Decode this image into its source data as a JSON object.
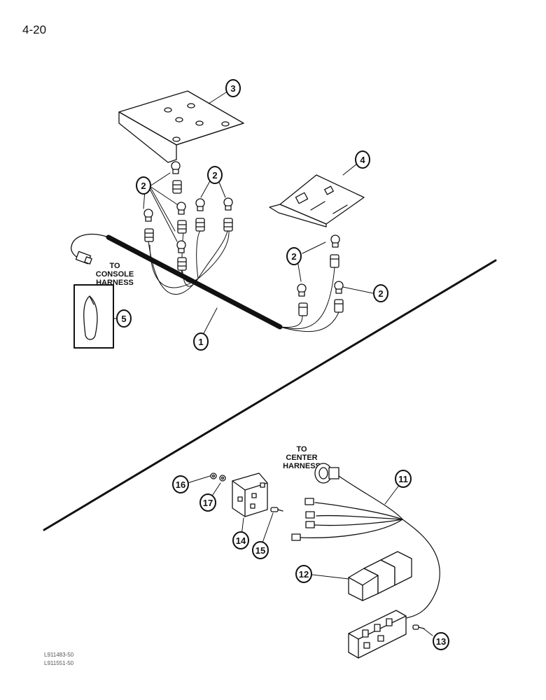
{
  "page": {
    "number": "4-20"
  },
  "notes": {
    "console": [
      "TO",
      "CONSOLE",
      "HARNESS"
    ],
    "center": [
      "TO",
      "CENTER",
      "HARNESS"
    ]
  },
  "codes": [
    "L911483-50",
    "L911551-50"
  ],
  "callouts": [
    "1",
    "2",
    "3",
    "4",
    "5",
    "11",
    "12",
    "13",
    "14",
    "15",
    "16",
    "17"
  ],
  "colors": {
    "line": "#111111",
    "paper": "#ffffff"
  }
}
